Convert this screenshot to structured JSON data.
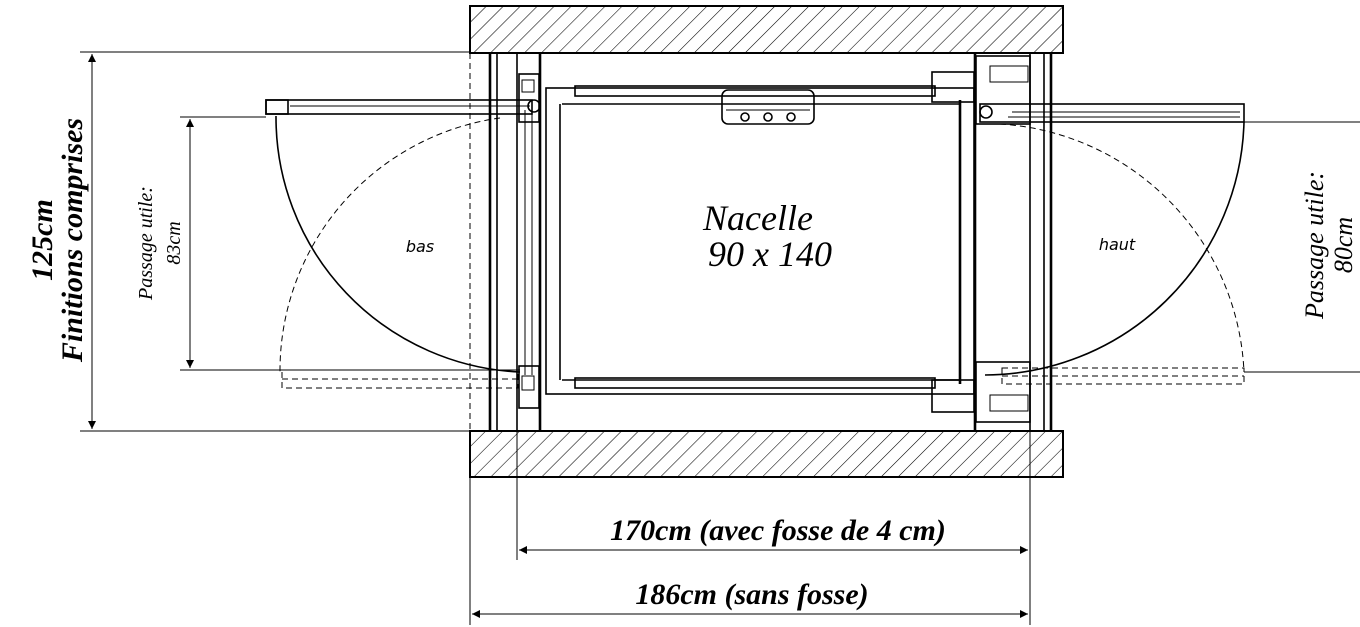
{
  "dimensions": {
    "height_label": "125cm",
    "height_caption": "Finitions comprises",
    "width_with_pit": "170cm (avec fosse de 4 cm)",
    "width_without_pit": "186cm (sans fosse)"
  },
  "nacelle": {
    "name": "Nacelle",
    "size": "90 x 140"
  },
  "doors": {
    "left": {
      "level_label": "bas",
      "passage_label": "Passage utile:",
      "passage_value": "83cm"
    },
    "right": {
      "level_label": "haut",
      "passage_label": "Passage utile:",
      "passage_value": "80cm"
    }
  }
}
